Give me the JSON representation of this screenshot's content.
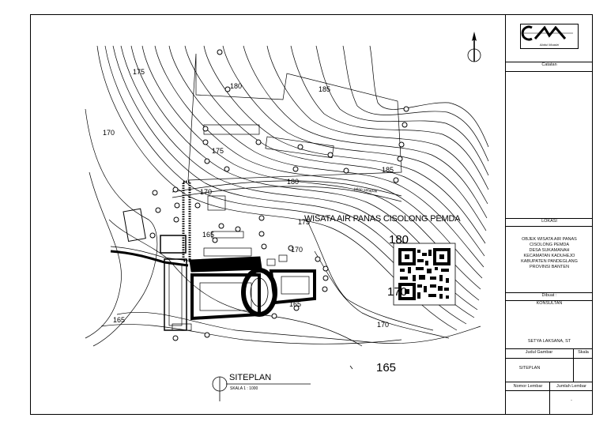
{
  "drawing": {
    "site_name": "WISATA AIR PANAS CISOLONG PEMDA",
    "title": "SITEPLAN",
    "scale": "SKALA 1 : 1000",
    "contour_labels": [
      "175",
      "180",
      "185",
      "170",
      "175",
      "180",
      "185",
      "170",
      "165",
      "175",
      "170",
      "165",
      "165",
      "170",
      "180",
      "170",
      "165"
    ],
    "road_label": "jalan setapak"
  },
  "titleblock": {
    "logo_text": "Abdul Muadzi",
    "catatan": "Catatan",
    "lokasi": "LOKASI",
    "location_lines": [
      "OBJEK WISATA AIR PANAS",
      "CISOLONG PEMDA",
      "DESA SUKAMANAH",
      "KECAMATAN KADUHEJO",
      "KABUPATEN PANDEGLANG",
      "PROVINSI BANTEN"
    ],
    "dibuat": "Dibuat :",
    "konsultan": "KONSULTAN",
    "engineer": "SETYA LAKSANA, ST",
    "judul_gambar": "Judul Gambar",
    "skala": "Skala",
    "drawing_title": "SITEPLAN",
    "nomor_lembar": "Nomor Lembar",
    "jumlah_lembar": "Jumlah Lembar",
    "sheet_mark": "-"
  }
}
